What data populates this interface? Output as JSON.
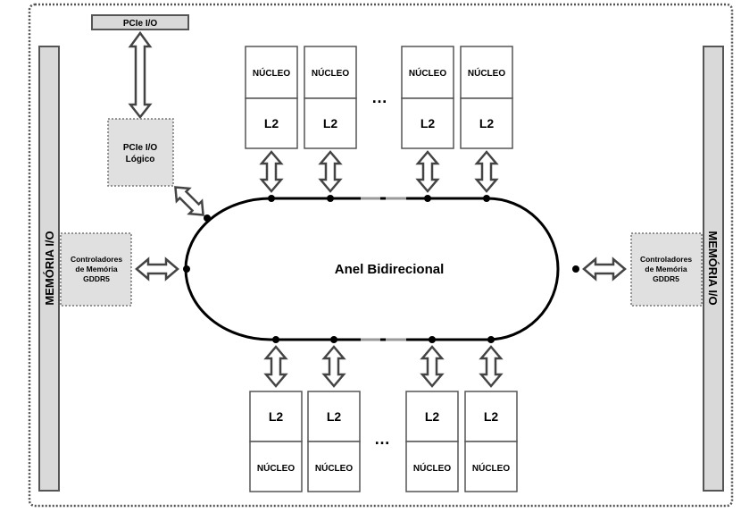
{
  "ring_label": "Anel Bidirecional",
  "memory_io_left": "MEMÓRIA I/O",
  "memory_io_right": "MEMÓRIA I/O",
  "pcie_io": "PCIe I/O",
  "pcie_logic_line1": "PCIe I/O",
  "pcie_logic_line2": "Lógico",
  "mem_ctrl_left": [
    "Controladores",
    "de Memória",
    "GDDR5"
  ],
  "mem_ctrl_right": [
    "Controladores",
    "de Memória",
    "GDDR5"
  ],
  "core_label": "NÚCLEO",
  "cache_label": "L2",
  "ellipsis": "…",
  "colors": {
    "block_fill": "#e0e0e0",
    "line": "#000000",
    "border_dotted": "#555555"
  }
}
